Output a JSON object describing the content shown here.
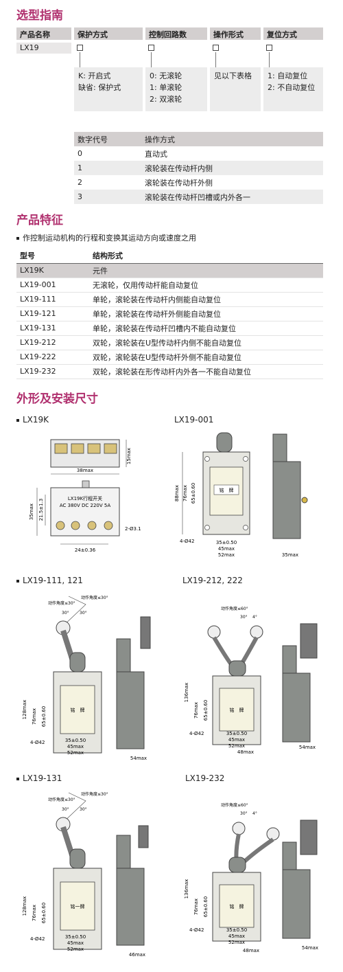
{
  "selection": {
    "title": "选型指南",
    "headers": [
      "产品名称",
      "保护方式",
      "控制回路数",
      "操作形式",
      "复位方式"
    ],
    "product": "LX19",
    "protection_options": [
      "K: 开启式",
      "缺省: 保护式"
    ],
    "circuit_options": [
      "0: 无滚轮",
      "1: 单滚轮",
      "2: 双滚轮"
    ],
    "operation_note": "见以下表格",
    "reset_options": [
      "1: 自动复位",
      "2: 不自动复位"
    ]
  },
  "operation_table": {
    "headers": [
      "数字代号",
      "操作方式"
    ],
    "rows": [
      [
        "0",
        "直动式"
      ],
      [
        "1",
        "滚轮装在传动杆内侧"
      ],
      [
        "2",
        "滚轮装在传动杆外侧"
      ],
      [
        "3",
        "滚轮装在传动杆凹槽或内外各一"
      ]
    ]
  },
  "features": {
    "title": "产品特征",
    "bullet": "作控制运动机构的行程和变换其运动方向或速度之用",
    "headers": [
      "型号",
      "结构形式"
    ],
    "rows": [
      [
        "LX19K",
        "元件"
      ],
      [
        "LX19-001",
        "无滚轮，仅用传动杆能自动复位"
      ],
      [
        "LX19-111",
        "单轮，滚轮装在传动杆内侧能自动复位"
      ],
      [
        "LX19-121",
        "单轮，滚轮装在传动杆外侧能自动复位"
      ],
      [
        "LX19-131",
        "单轮，滚轮装在传动杆凹槽内不能自动复位"
      ],
      [
        "LX19-212",
        "双轮，滚轮装在U型传动杆内侧不能自动复位"
      ],
      [
        "LX19-222",
        "双轮，滚轮装在U型传动杆外侧不能自动复位"
      ],
      [
        "LX19-232",
        "双轮，滚轮装在形传动杆内外各一不能自动复位"
      ]
    ]
  },
  "dimensions": {
    "title": "外形及安装尺寸",
    "labels": {
      "lx19k": "LX19K",
      "lx19_001": "LX19-001",
      "lx19_111_121": "LX19-111, 121",
      "lx19_212_222": "LX19-212, 222",
      "lx19_131": "LX19-131",
      "lx19_232": "LX19-232"
    },
    "lx19k": {
      "w38": "38max",
      "h15": "15max",
      "h35": "35max",
      "h21": "21.5±1.3",
      "plate1": "LX19K行程开关",
      "plate2": "AC 380V DC 220V 5A",
      "hole": "2-Ø3.1",
      "w24": "24±0.36"
    },
    "nameplate": "铭　牌",
    "nameplate_dash": "铭一牌",
    "common": {
      "d35": "35±0.50",
      "d45": "45max",
      "d52": "52max",
      "d65": "65±0.60",
      "d76": "76max",
      "d4o42": "4-Ø42"
    },
    "lx19_001": {
      "h88": "88max",
      "side": "35max"
    },
    "single_arm": {
      "h128": "128max",
      "ang1": "动作角度≤30°",
      "ang2": "动作角度≤30°",
      "a30a": "30°",
      "a30b": "30°",
      "side": "54max",
      "side131": "46max"
    },
    "double_arm": {
      "h136": "136max",
      "ang": "动作角度≤60°",
      "a30": "30°",
      "a4": "4°",
      "d48": "48max",
      "side": "54max"
    }
  }
}
